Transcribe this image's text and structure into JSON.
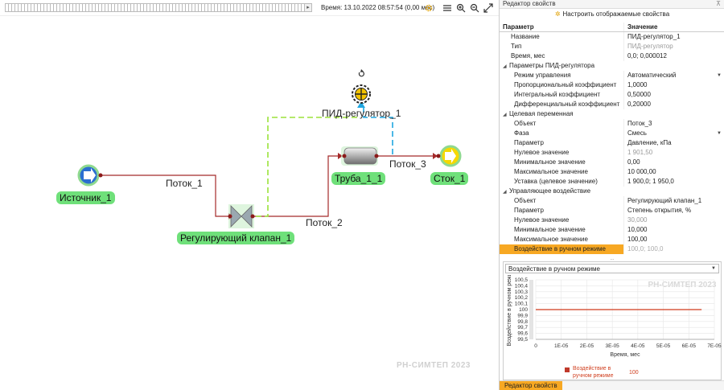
{
  "toolbar": {
    "time_label": "Время: 13.10.2022 08:57:54 (0,00 мес)",
    "icons": [
      "gear-icon",
      "list-icon",
      "zoom-in-icon",
      "zoom-out-icon",
      "fit-icon"
    ]
  },
  "diagram": {
    "nodes": {
      "source": "Источник_1",
      "valve": "Регулирующий клапан_1",
      "pipe": "Труба_1_1",
      "sink": "Сток_1",
      "pid": "ПИД-регулятор_1"
    },
    "flows": {
      "f1": "Поток_1",
      "f2": "Поток_2",
      "f3": "Поток_3"
    },
    "watermark": "РН-СИМТЕП 2023",
    "colors": {
      "node_bg": "#6fe07a",
      "flow_line": "#a52a2a",
      "signal_green": "#9be23a",
      "signal_blue": "#1fa6e0"
    }
  },
  "panel": {
    "title": "Редактор свойств",
    "pin": "⊼",
    "config_button": "Настроить отображаемые свойства",
    "headers": {
      "param": "Параметр",
      "value": "Значение"
    },
    "rows": [
      {
        "type": "prop",
        "name": "Название",
        "value": "ПИД-регулятор_1"
      },
      {
        "type": "prop",
        "name": "Тип",
        "value": "ПИД-регулятор",
        "dim": true
      },
      {
        "type": "prop",
        "name": "Время, мес",
        "value": "0,0; 0,000012"
      },
      {
        "type": "group",
        "name": "Параметры ПИД-регулятора"
      },
      {
        "type": "sub",
        "name": "Режим управления",
        "value": "Автоматический",
        "dropdown": true
      },
      {
        "type": "sub",
        "name": "Пропорциональный коэффициент",
        "value": "1,0000"
      },
      {
        "type": "sub",
        "name": "Интегральный коэффициент",
        "value": "0,50000"
      },
      {
        "type": "sub",
        "name": "Дифференциальный коэффициент",
        "value": "0,20000"
      },
      {
        "type": "group",
        "name": "Целевая переменная"
      },
      {
        "type": "sub",
        "name": "Объект",
        "value": "Поток_3"
      },
      {
        "type": "sub",
        "name": "Фаза",
        "value": "Смесь",
        "dropdown": true
      },
      {
        "type": "sub",
        "name": "Параметр",
        "value": "Давление, кПа"
      },
      {
        "type": "sub",
        "name": "Нулевое значение",
        "value": "1 901,50",
        "dim": true
      },
      {
        "type": "sub",
        "name": "Минимальное значение",
        "value": "0,00"
      },
      {
        "type": "sub",
        "name": "Максимальное значение",
        "value": "10 000,00"
      },
      {
        "type": "sub",
        "name": "Уставка (целевое значение)",
        "value": "1 900,0; 1 950,0"
      },
      {
        "type": "group",
        "name": "Управляющее воздействие"
      },
      {
        "type": "sub",
        "name": "Объект",
        "value": "Регулирующий клапан_1"
      },
      {
        "type": "sub",
        "name": "Параметр",
        "value": "Степень открытия, %"
      },
      {
        "type": "sub",
        "name": "Нулевое значение",
        "value": "30,000",
        "dim": true
      },
      {
        "type": "sub",
        "name": "Минимальное значение",
        "value": "10,000"
      },
      {
        "type": "sub",
        "name": "Максимальное значение",
        "value": "100,00"
      },
      {
        "type": "sub",
        "name": "Воздействие в ручном режиме",
        "value": "100,0; 100,0",
        "selected": true
      }
    ],
    "splitter": "...",
    "chart_select": "Воздействие в ручном режиме",
    "legend": {
      "name": "Воздействие в ручном режиме",
      "value": "100"
    },
    "bottom_tab": "Редактор свойств"
  },
  "chart_data": {
    "type": "line",
    "watermark": "РН-СИМТЕП 2023",
    "xlabel": "Время, мес",
    "ylabel": "Воздействие в ручном режи",
    "xlim": [
      0,
      7e-05
    ],
    "ylim": [
      99.5,
      100.5
    ],
    "xticks": [
      "0",
      "1E-05",
      "2E-05",
      "3E-05",
      "4E-05",
      "5E-05",
      "6E-05",
      "7E-05"
    ],
    "yticks": [
      "99,5",
      "99,6",
      "99,7",
      "99,8",
      "99,9",
      "100",
      "100,1",
      "100,2",
      "100,3",
      "100,4",
      "100,5"
    ],
    "grid": true,
    "series": [
      {
        "name": "Воздействие в ручном режиме",
        "color": "#d03a1c",
        "x": [
          0,
          6.5e-05
        ],
        "y": [
          100,
          100
        ]
      }
    ]
  }
}
